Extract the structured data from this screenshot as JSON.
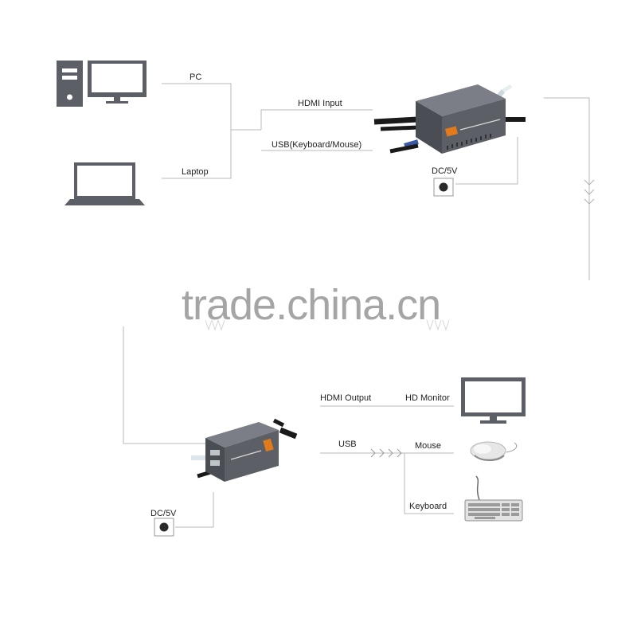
{
  "labels": {
    "pc": "PC",
    "laptop": "Laptop",
    "hdmi_input": "HDMI Input",
    "usb_keyboard_mouse": "USB(Keyboard/Mouse)",
    "dc_5v_top": "DC/5V",
    "hdmi_output": "HDMI Output",
    "hd_monitor": "HD Monitor",
    "usb": "USB",
    "mouse": "Mouse",
    "keyboard": "Keyboard",
    "dc_5v_bottom": "DC/5V"
  },
  "watermark": "trade.china.cn",
  "colors": {
    "device_gray": "#5c5f66",
    "line_gray": "#b8b8b8",
    "accent_orange": "#e07a1a"
  }
}
